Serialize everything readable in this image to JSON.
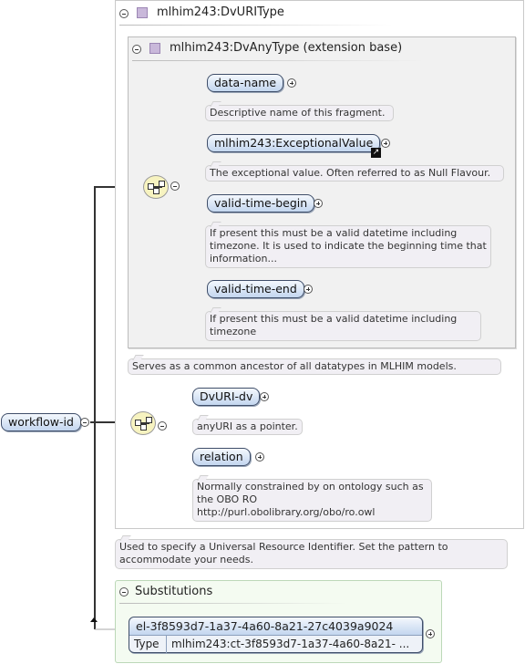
{
  "complex_type": {
    "title": "mlhim243:DvURIType",
    "base": {
      "title": "mlhim243:DvAnyType (extension base)",
      "elements": [
        {
          "name": "data-name",
          "note": "Descriptive name of this fragment."
        },
        {
          "name": "mlhim243:ExceptionalValue",
          "note": "The exceptional value. Often referred to as Null Flavour."
        },
        {
          "name": "valid-time-begin",
          "note": "If present this must be a valid datetime including timezone. It is used to indicate the beginning time that information..."
        },
        {
          "name": "valid-time-end",
          "note": "If present this must be a valid datetime including timezone"
        }
      ],
      "note": "Serves as a common ancestor of all datatypes in MLHIM models."
    },
    "elements": [
      {
        "name": "DvURI-dv",
        "note": "anyURI as a pointer."
      },
      {
        "name": "relation",
        "note": "Normally constrained by on ontology such as the OBO RO http://purl.obolibrary.org/obo/ro.owl"
      }
    ],
    "note": "Used to specify a Universal Resource Identifier. Set the pattern to accommodate your needs."
  },
  "root_element": {
    "name": "workflow-id"
  },
  "substitutions": {
    "title": "Substitutions",
    "element_name": "el-3f8593d7-1a37-4a60-8a21-27c4039a9024",
    "type_label": "Type",
    "type_value": "mlhim243:ct-3f8593d7-1a37-4a60-8a21- ..."
  },
  "icons": [
    "collapse-icon",
    "complex-type-icon",
    "sequence-icon",
    "expand-icon",
    "reference-link-icon"
  ]
}
